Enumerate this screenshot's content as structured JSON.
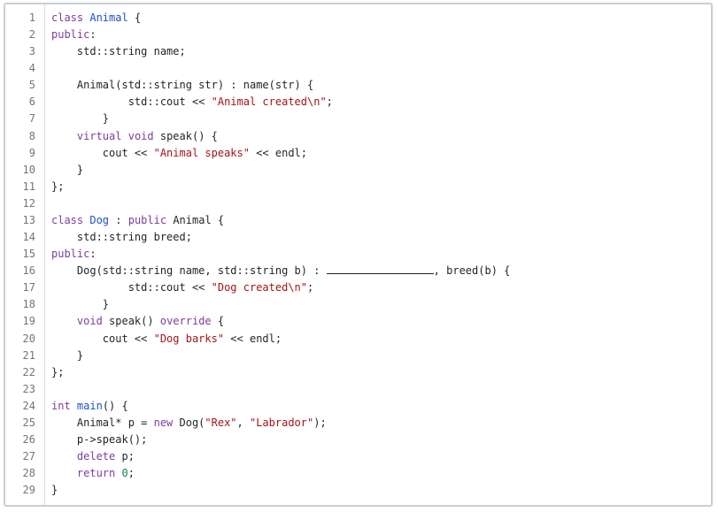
{
  "editor": {
    "lines": [
      {
        "n": "1",
        "tokens": [
          [
            "kw",
            "class"
          ],
          [
            "plain",
            " "
          ],
          [
            "class",
            "Animal"
          ],
          [
            "plain",
            " {"
          ]
        ]
      },
      {
        "n": "2",
        "tokens": [
          [
            "kw",
            "public"
          ],
          [
            "plain",
            ":"
          ]
        ]
      },
      {
        "n": "3",
        "tokens": [
          [
            "plain",
            "    std::string name;"
          ]
        ]
      },
      {
        "n": "4",
        "tokens": []
      },
      {
        "n": "5",
        "tokens": [
          [
            "plain",
            "    Animal(std::string str) : name(str) {"
          ]
        ]
      },
      {
        "n": "6",
        "tokens": [
          [
            "plain",
            "            std::cout << "
          ],
          [
            "str",
            "\"Animal created\\n\""
          ],
          [
            "plain",
            ";"
          ]
        ]
      },
      {
        "n": "7",
        "tokens": [
          [
            "plain",
            "        }"
          ]
        ]
      },
      {
        "n": "8",
        "tokens": [
          [
            "plain",
            "    "
          ],
          [
            "kw",
            "virtual"
          ],
          [
            "plain",
            " "
          ],
          [
            "kw",
            "void"
          ],
          [
            "plain",
            " speak() {"
          ]
        ]
      },
      {
        "n": "9",
        "tokens": [
          [
            "plain",
            "        cout << "
          ],
          [
            "str",
            "\"Animal speaks\""
          ],
          [
            "plain",
            " << endl;"
          ]
        ]
      },
      {
        "n": "10",
        "tokens": [
          [
            "plain",
            "    }"
          ]
        ]
      },
      {
        "n": "11",
        "tokens": [
          [
            "plain",
            "};"
          ]
        ]
      },
      {
        "n": "12",
        "tokens": []
      },
      {
        "n": "13",
        "tokens": [
          [
            "kw",
            "class"
          ],
          [
            "plain",
            " "
          ],
          [
            "class",
            "Dog"
          ],
          [
            "plain",
            " : "
          ],
          [
            "kw",
            "public"
          ],
          [
            "plain",
            " Animal {"
          ]
        ]
      },
      {
        "n": "14",
        "tokens": [
          [
            "plain",
            "    std::string breed;"
          ]
        ]
      },
      {
        "n": "15",
        "tokens": [
          [
            "kw",
            "public"
          ],
          [
            "plain",
            ":"
          ]
        ]
      },
      {
        "n": "16",
        "tokens": [
          [
            "plain",
            "    Dog(std::string name, std::string b) : "
          ],
          [
            "blank",
            ""
          ],
          [
            "plain",
            ", breed(b) {"
          ]
        ]
      },
      {
        "n": "17",
        "tokens": [
          [
            "plain",
            "            std::cout << "
          ],
          [
            "str",
            "\"Dog created\\n\""
          ],
          [
            "plain",
            ";"
          ]
        ]
      },
      {
        "n": "18",
        "tokens": [
          [
            "plain",
            "        }"
          ]
        ]
      },
      {
        "n": "19",
        "tokens": [
          [
            "plain",
            "    "
          ],
          [
            "kw",
            "void"
          ],
          [
            "plain",
            " speak() "
          ],
          [
            "kw",
            "override"
          ],
          [
            "plain",
            " {"
          ]
        ]
      },
      {
        "n": "20",
        "tokens": [
          [
            "plain",
            "        cout << "
          ],
          [
            "str",
            "\"Dog barks\""
          ],
          [
            "plain",
            " << endl;"
          ]
        ]
      },
      {
        "n": "21",
        "tokens": [
          [
            "plain",
            "    }"
          ]
        ]
      },
      {
        "n": "22",
        "tokens": [
          [
            "plain",
            "};"
          ]
        ]
      },
      {
        "n": "23",
        "tokens": []
      },
      {
        "n": "24",
        "tokens": [
          [
            "kw",
            "int"
          ],
          [
            "plain",
            " "
          ],
          [
            "class",
            "main"
          ],
          [
            "plain",
            "() {"
          ]
        ]
      },
      {
        "n": "25",
        "tokens": [
          [
            "plain",
            "    Animal* p = "
          ],
          [
            "kw",
            "new"
          ],
          [
            "plain",
            " Dog("
          ],
          [
            "str",
            "\"Rex\""
          ],
          [
            "plain",
            ", "
          ],
          [
            "str",
            "\"Labrador\""
          ],
          [
            "plain",
            ");"
          ]
        ]
      },
      {
        "n": "26",
        "tokens": [
          [
            "plain",
            "    p->speak();"
          ]
        ]
      },
      {
        "n": "27",
        "tokens": [
          [
            "plain",
            "    "
          ],
          [
            "kw",
            "delete"
          ],
          [
            "plain",
            " p;"
          ]
        ]
      },
      {
        "n": "28",
        "tokens": [
          [
            "plain",
            "    "
          ],
          [
            "kw",
            "return"
          ],
          [
            "plain",
            " "
          ],
          [
            "num",
            "0"
          ],
          [
            "plain",
            ";"
          ]
        ]
      },
      {
        "n": "29",
        "tokens": [
          [
            "plain",
            "}"
          ]
        ]
      }
    ]
  }
}
